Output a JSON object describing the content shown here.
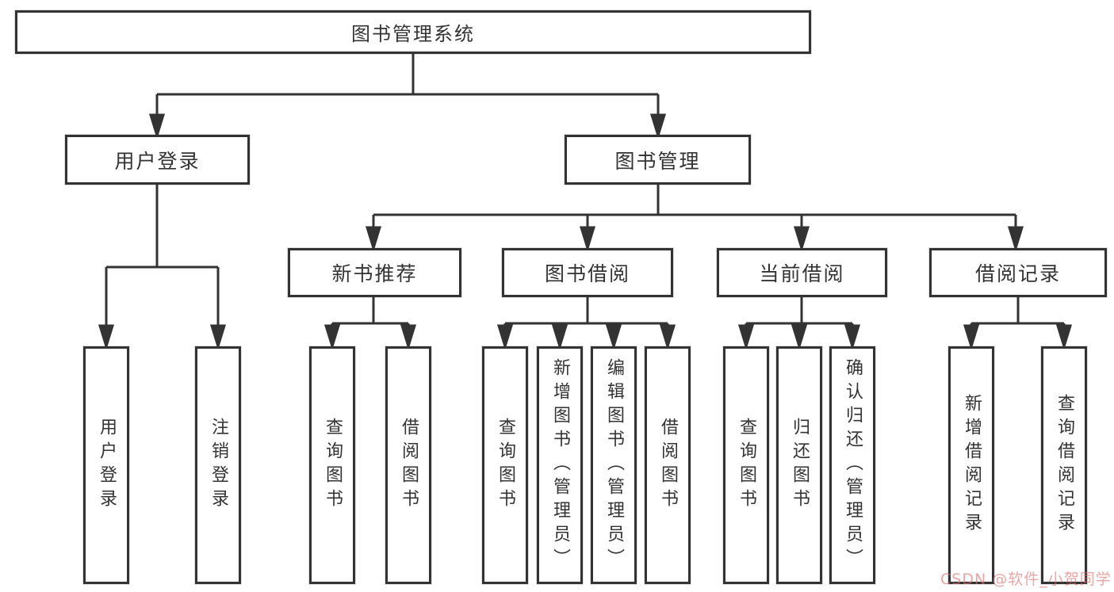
{
  "diagram": {
    "title": "图书管理系统",
    "type": "function-structure-tree",
    "colors": {
      "line": "#333333",
      "box_border": "#333333",
      "box_fill": "#ffffff",
      "text": "#333333",
      "watermark": "#de6c6c",
      "background": "#ffffff"
    },
    "nodes": {
      "root": {
        "label": "图书管理系统"
      },
      "user_login": {
        "label": "用户登录"
      },
      "book_mgmt": {
        "label": "图书管理"
      },
      "new_book_rec": {
        "label": "新书推荐"
      },
      "book_borrow": {
        "label": "图书借阅"
      },
      "current_borrow": {
        "label": "当前借阅"
      },
      "borrow_record": {
        "label": "借阅记录"
      },
      "leaf_user_login": {
        "label": "用户登录"
      },
      "leaf_logout": {
        "label": "注销登录"
      },
      "leaf_query_book_1": {
        "label": "查询图书"
      },
      "leaf_borrow_book_1": {
        "label": "借阅图书"
      },
      "leaf_query_book_2": {
        "label": "查询图书"
      },
      "leaf_add_book": {
        "label": "新增图书（管理员）"
      },
      "leaf_edit_book": {
        "label": "编辑图书（管理员）"
      },
      "leaf_borrow_book_2": {
        "label": "借阅图书"
      },
      "leaf_query_book_3": {
        "label": "查询图书"
      },
      "leaf_return_book": {
        "label": "归还图书"
      },
      "leaf_confirm_return": {
        "label": "确认归还（管理员）"
      },
      "leaf_add_record": {
        "label": "新增借阅记录"
      },
      "leaf_query_record": {
        "label": "查询借阅记录"
      }
    },
    "hierarchy": {
      "图书管理系统": {
        "用户登录": [
          "用户登录",
          "注销登录"
        ],
        "图书管理": {
          "新书推荐": [
            "查询图书",
            "借阅图书"
          ],
          "图书借阅": [
            "查询图书",
            "新增图书（管理员）",
            "编辑图书（管理员）",
            "借阅图书"
          ],
          "当前借阅": [
            "查询图书",
            "归还图书",
            "确认归还（管理员）"
          ],
          "借阅记录": [
            "新增借阅记录",
            "查询借阅记录"
          ]
        }
      }
    },
    "watermark": {
      "text": "CSDN @软件_小贺同学"
    }
  }
}
